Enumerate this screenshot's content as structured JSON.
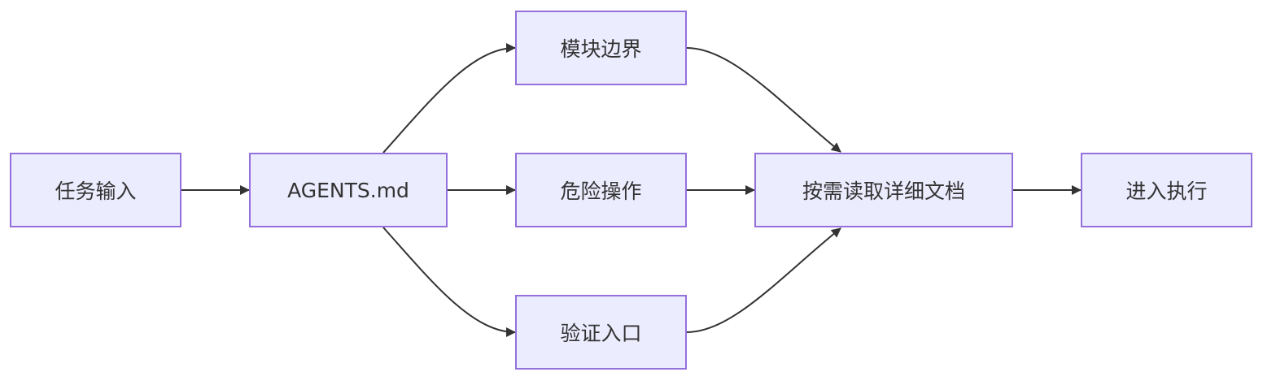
{
  "diagram": {
    "type": "flowchart",
    "direction": "left-to-right",
    "colors": {
      "node_fill": "#ececff",
      "node_border": "#9370db",
      "text": "#333333",
      "edge": "#333333"
    },
    "nodes": {
      "task_input": "任务输入",
      "agents_md": "AGENTS.md",
      "module_boundary": "模块边界",
      "dangerous_ops": "危险操作",
      "verify_entry": "验证入口",
      "read_docs": "按需读取详细文档",
      "execute": "进入执行"
    },
    "edges": [
      [
        "task_input",
        "agents_md"
      ],
      [
        "agents_md",
        "module_boundary"
      ],
      [
        "agents_md",
        "dangerous_ops"
      ],
      [
        "agents_md",
        "verify_entry"
      ],
      [
        "module_boundary",
        "read_docs"
      ],
      [
        "dangerous_ops",
        "read_docs"
      ],
      [
        "verify_entry",
        "read_docs"
      ],
      [
        "read_docs",
        "execute"
      ]
    ]
  }
}
